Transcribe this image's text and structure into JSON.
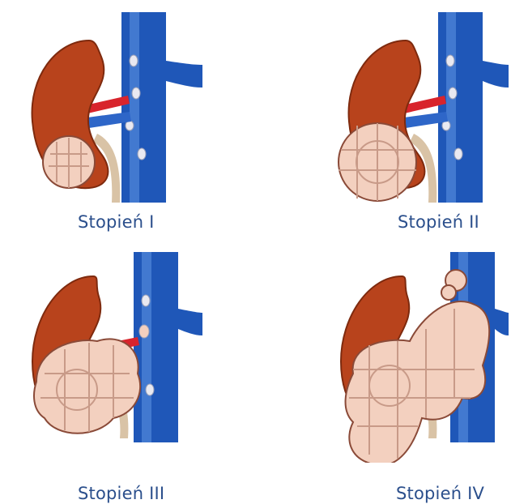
{
  "stages": [
    {
      "label": "Stopień I"
    },
    {
      "label": "Stopień II"
    },
    {
      "label": "Stopień III"
    },
    {
      "label": "Stopień IV"
    }
  ],
  "colors": {
    "kidney": "#b8431c",
    "kidney_dark": "#7e2a0e",
    "tumor": "#f3d0bf",
    "tumor_edge": "#8a4a38",
    "vein": "#1f57b8",
    "artery": "#d8242c",
    "ureter": "#d9c3a6",
    "node": "#e9e9f1",
    "caption": "#2b4f8c"
  }
}
